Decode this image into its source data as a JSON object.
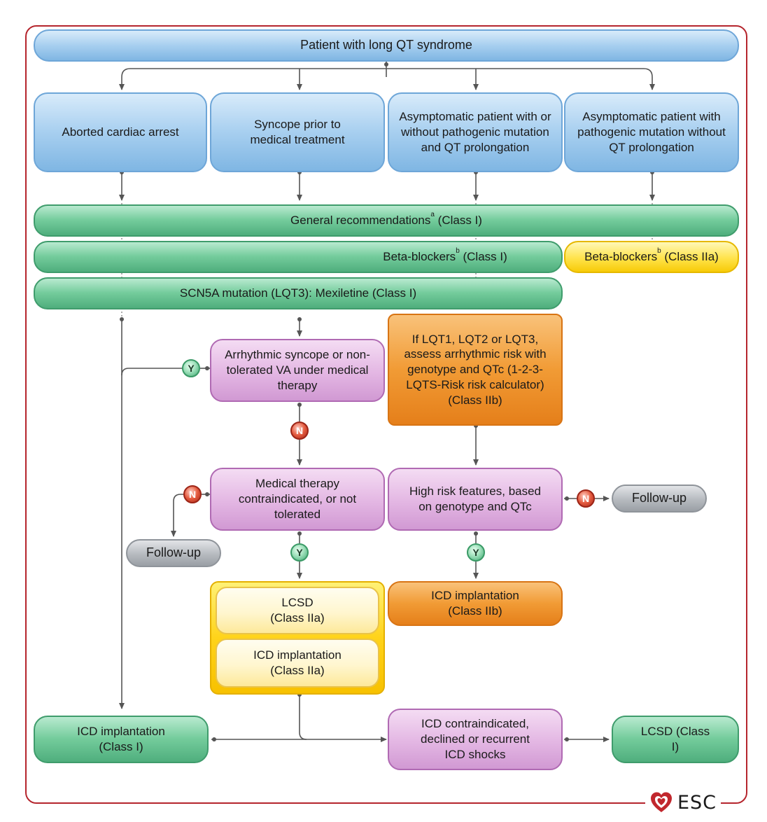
{
  "title": "Patient with long QT syndrome",
  "presentations": {
    "p1": "Aborted cardiac arrest",
    "p2": "Syncope prior to medical treatment",
    "p3": "Asymptomatic patient with or without pathogenic mutation and QT prolongation",
    "p4": "Asymptomatic patient with pathogenic mutation without QT prolongation"
  },
  "general": {
    "text": "General recommendations",
    "sup": "a",
    "class": " (Class I)"
  },
  "beta_main": {
    "text": "Beta-blockers",
    "sup": "b",
    "class": " (Class I)"
  },
  "beta_alt": {
    "text": "Beta-blockers",
    "sup": "b",
    "class": " (Class IIa)"
  },
  "scn5a": "SCN5A mutation (LQT3): Mexiletine (Class I)",
  "arrhythmic": "Arrhythmic syncope or non-tolerated VA under medical therapy",
  "risk_assess": "If LQT1, LQT2 or LQT3, assess arrhythmic risk with genotype and QTc (1-2-3-LQTS-Risk risk calculator) (Class IIb)",
  "medical_contra": "Medical therapy contraindicated, or not tolerated",
  "high_risk": "High risk features, based on genotype and QTc",
  "follow_up_left": "Follow-up",
  "follow_up_right": "Follow-up",
  "lcsd_iia": "LCSD (Class IIa)",
  "icd_iia": "ICD implantation (Class IIa)",
  "icd_iib": "ICD implantation (Class IIb)",
  "icd_i": "ICD implantation (Class I)",
  "icd_contra": "ICD contraindicated, declined or recurrent ICD shocks",
  "lcsd_i": "LCSD (Class I)",
  "labels": {
    "yes": "Y",
    "no": "N"
  },
  "logo": {
    "text": "ESC",
    "icon": "heart-logo-icon"
  },
  "colors": {
    "frame": "#b5252d",
    "blue": "#a9d0f0",
    "green": "#74cc9c",
    "yellow": "#ffe34a",
    "orange": "#f19b35",
    "purple": "#e3b6e3",
    "gray": "#b6babf"
  }
}
